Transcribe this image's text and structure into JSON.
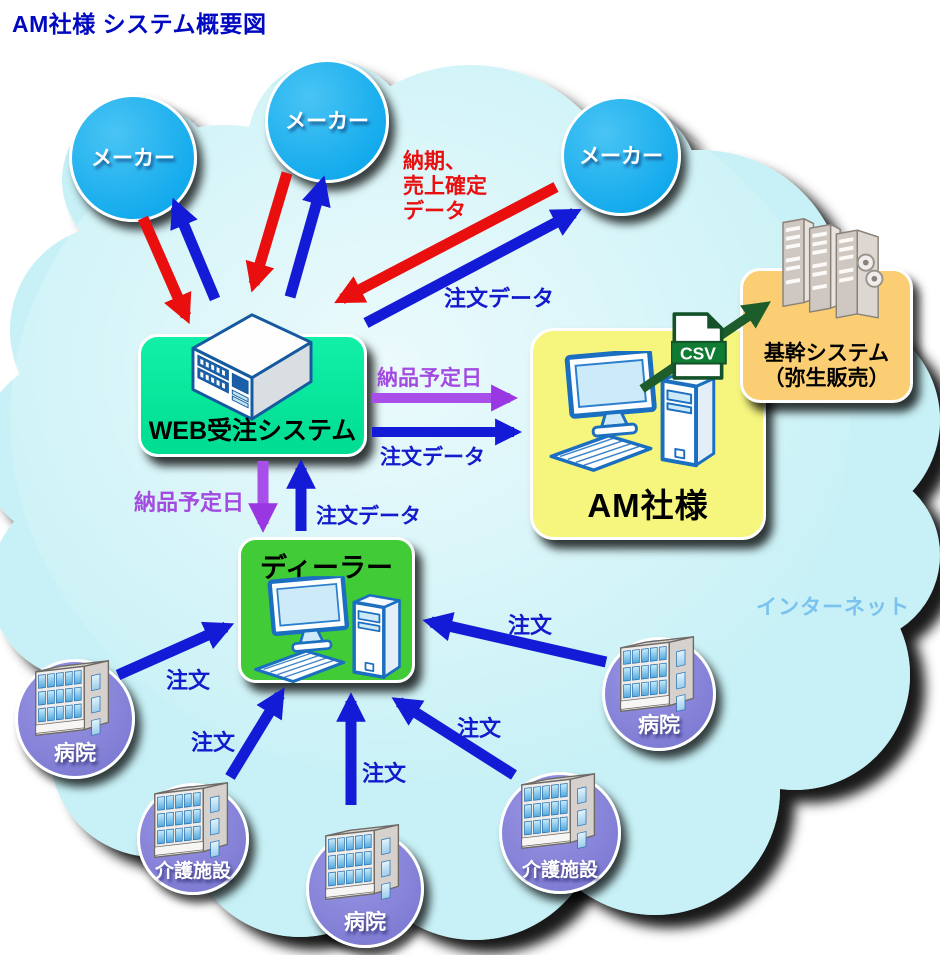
{
  "title": "AM社様 システム概要図",
  "labels": {
    "internet": "インターネット",
    "csv": "CSV",
    "maker_feedback": {
      "line1": "納期、",
      "line2": "売上確定",
      "line3": "データ"
    },
    "order_data": "注文データ",
    "delivery_date": "納品予定日",
    "order": "注文"
  },
  "nodes": {
    "makers": [
      {
        "label": "メーカー"
      },
      {
        "label": "メーカー"
      },
      {
        "label": "メーカー"
      }
    ],
    "web_system": {
      "label": "WEB受注システム",
      "icon": "server-icon"
    },
    "am_company": {
      "label": "AM社様",
      "icon": "desktop-computer-icon"
    },
    "core_system": {
      "label_line1": "基幹システム",
      "label_line2": "（弥生販売）",
      "icon": "mainframe-servers-icon"
    },
    "dealer": {
      "label": "ディーラー",
      "icon": "desktop-computer-icon"
    },
    "clients": [
      {
        "label": "病院"
      },
      {
        "label": "介護施設"
      },
      {
        "label": "病院"
      },
      {
        "label": "介護施設"
      },
      {
        "label": "病院"
      }
    ]
  },
  "edges": [
    {
      "from": "makers",
      "to": "web_system",
      "label": "納期、売上確定データ",
      "color": "#E90F0F"
    },
    {
      "from": "web_system",
      "to": "makers",
      "label": "注文データ",
      "color": "#141BD6"
    },
    {
      "from": "web_system",
      "to": "am_company",
      "label": "納品予定日",
      "color": "#A74FE8"
    },
    {
      "from": "web_system",
      "to": "am_company",
      "label": "注文データ",
      "color": "#141BD6"
    },
    {
      "from": "web_system",
      "to": "dealer",
      "label": "納品予定日",
      "color": "#A74FE8"
    },
    {
      "from": "dealer",
      "to": "web_system",
      "label": "注文データ",
      "color": "#141BD6"
    },
    {
      "from": "am_company",
      "to": "core_system",
      "label": "CSV",
      "color": "#1D5C2B"
    },
    {
      "from": "clients",
      "to": "dealer",
      "label": "注文",
      "color": "#141BD6"
    }
  ],
  "colors": {
    "cloud": "#C7F1F6",
    "maker_circle": "#1FB3EF",
    "web_box": "#06E79D",
    "am_box": "#F6F67E",
    "core_box": "#FBCE73",
    "dealer_box": "#41CB36",
    "client_circle": "#8A87DB",
    "arrow_red": "#E90F0F",
    "arrow_blue": "#141BD6",
    "arrow_purple": "#A74FE8",
    "arrow_green": "#1D5C2B",
    "title_text": "#0009C0",
    "internet_text": "#7CC2F0"
  }
}
